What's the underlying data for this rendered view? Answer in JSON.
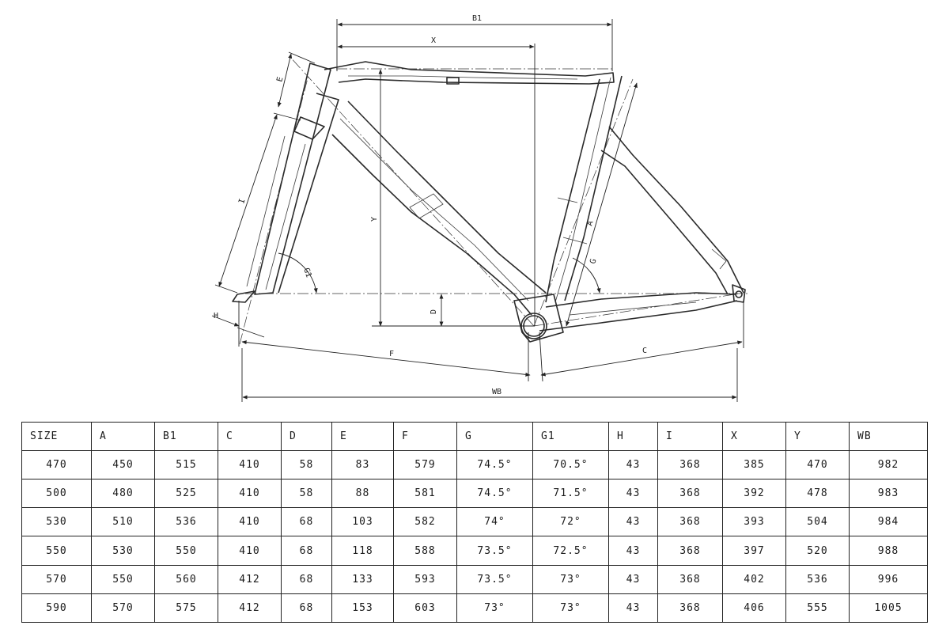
{
  "diagram": {
    "labels": {
      "b1": "B1",
      "x": "X",
      "e": "E",
      "i": "I",
      "y": "Y",
      "a": "A",
      "g": "G",
      "g1": "G1",
      "d": "D",
      "h": "H",
      "f": "F",
      "c": "C",
      "wb": "WB"
    }
  },
  "table": {
    "headers": [
      "SIZE",
      "A",
      "B1",
      "C",
      "D",
      "E",
      "F",
      "G",
      "G1",
      "H",
      "I",
      "X",
      "Y",
      "WB"
    ],
    "rows": [
      [
        "470",
        "450",
        "515",
        "410",
        "58",
        "83",
        "579",
        "74.5°",
        "70.5°",
        "43",
        "368",
        "385",
        "470",
        "982"
      ],
      [
        "500",
        "480",
        "525",
        "410",
        "58",
        "88",
        "581",
        "74.5°",
        "71.5°",
        "43",
        "368",
        "392",
        "478",
        "983"
      ],
      [
        "530",
        "510",
        "536",
        "410",
        "68",
        "103",
        "582",
        "74°",
        "72°",
        "43",
        "368",
        "393",
        "504",
        "984"
      ],
      [
        "550",
        "530",
        "550",
        "410",
        "68",
        "118",
        "588",
        "73.5°",
        "72.5°",
        "43",
        "368",
        "397",
        "520",
        "988"
      ],
      [
        "570",
        "550",
        "560",
        "412",
        "68",
        "133",
        "593",
        "73.5°",
        "73°",
        "43",
        "368",
        "402",
        "536",
        "996"
      ],
      [
        "590",
        "570",
        "575",
        "412",
        "68",
        "153",
        "603",
        "73°",
        "73°",
        "43",
        "368",
        "406",
        "555",
        "1005"
      ]
    ]
  }
}
